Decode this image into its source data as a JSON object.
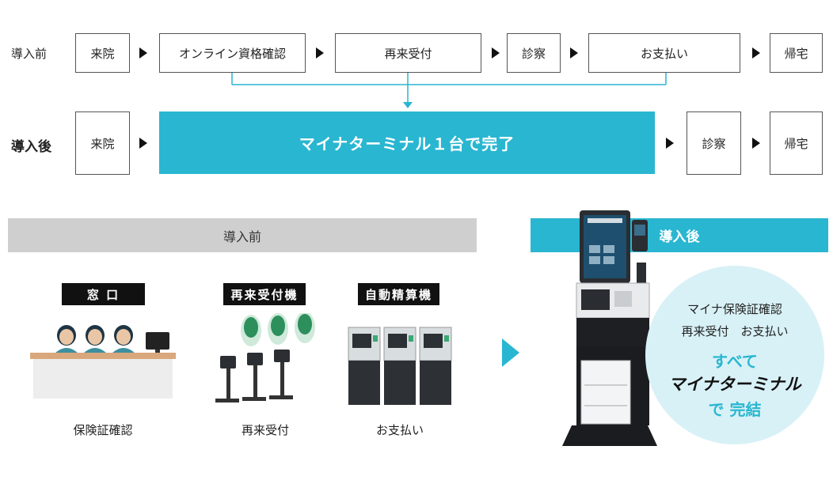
{
  "flow": {
    "before_label": "導入前",
    "after_label": "導入後",
    "before_steps": [
      "来院",
      "オンライン資格確認",
      "再来受付",
      "診察",
      "お支払い",
      "帰宅"
    ],
    "after_steps": [
      "来院",
      "診察",
      "帰宅"
    ],
    "after_combined": "マイナターミナル１台で完了"
  },
  "comparison": {
    "before_header": "導入前",
    "after_header": "導入後",
    "stations": [
      {
        "tag": "窓 口",
        "caption": "保険証確認"
      },
      {
        "tag": "再来受付機",
        "caption": "再来受付"
      },
      {
        "tag": "自動精算機",
        "caption": "お支払い"
      }
    ],
    "bubble": {
      "line1": "マイナ保険証確認",
      "line2": "再来受付　お支払い",
      "line3": "すべて",
      "line4": "マイナターミナル",
      "line5": "で 完結"
    }
  },
  "colors": {
    "accent": "#29b6d1",
    "gray": "#cfcfcf",
    "dark": "#111111",
    "bubble": "#d8f1f6"
  }
}
